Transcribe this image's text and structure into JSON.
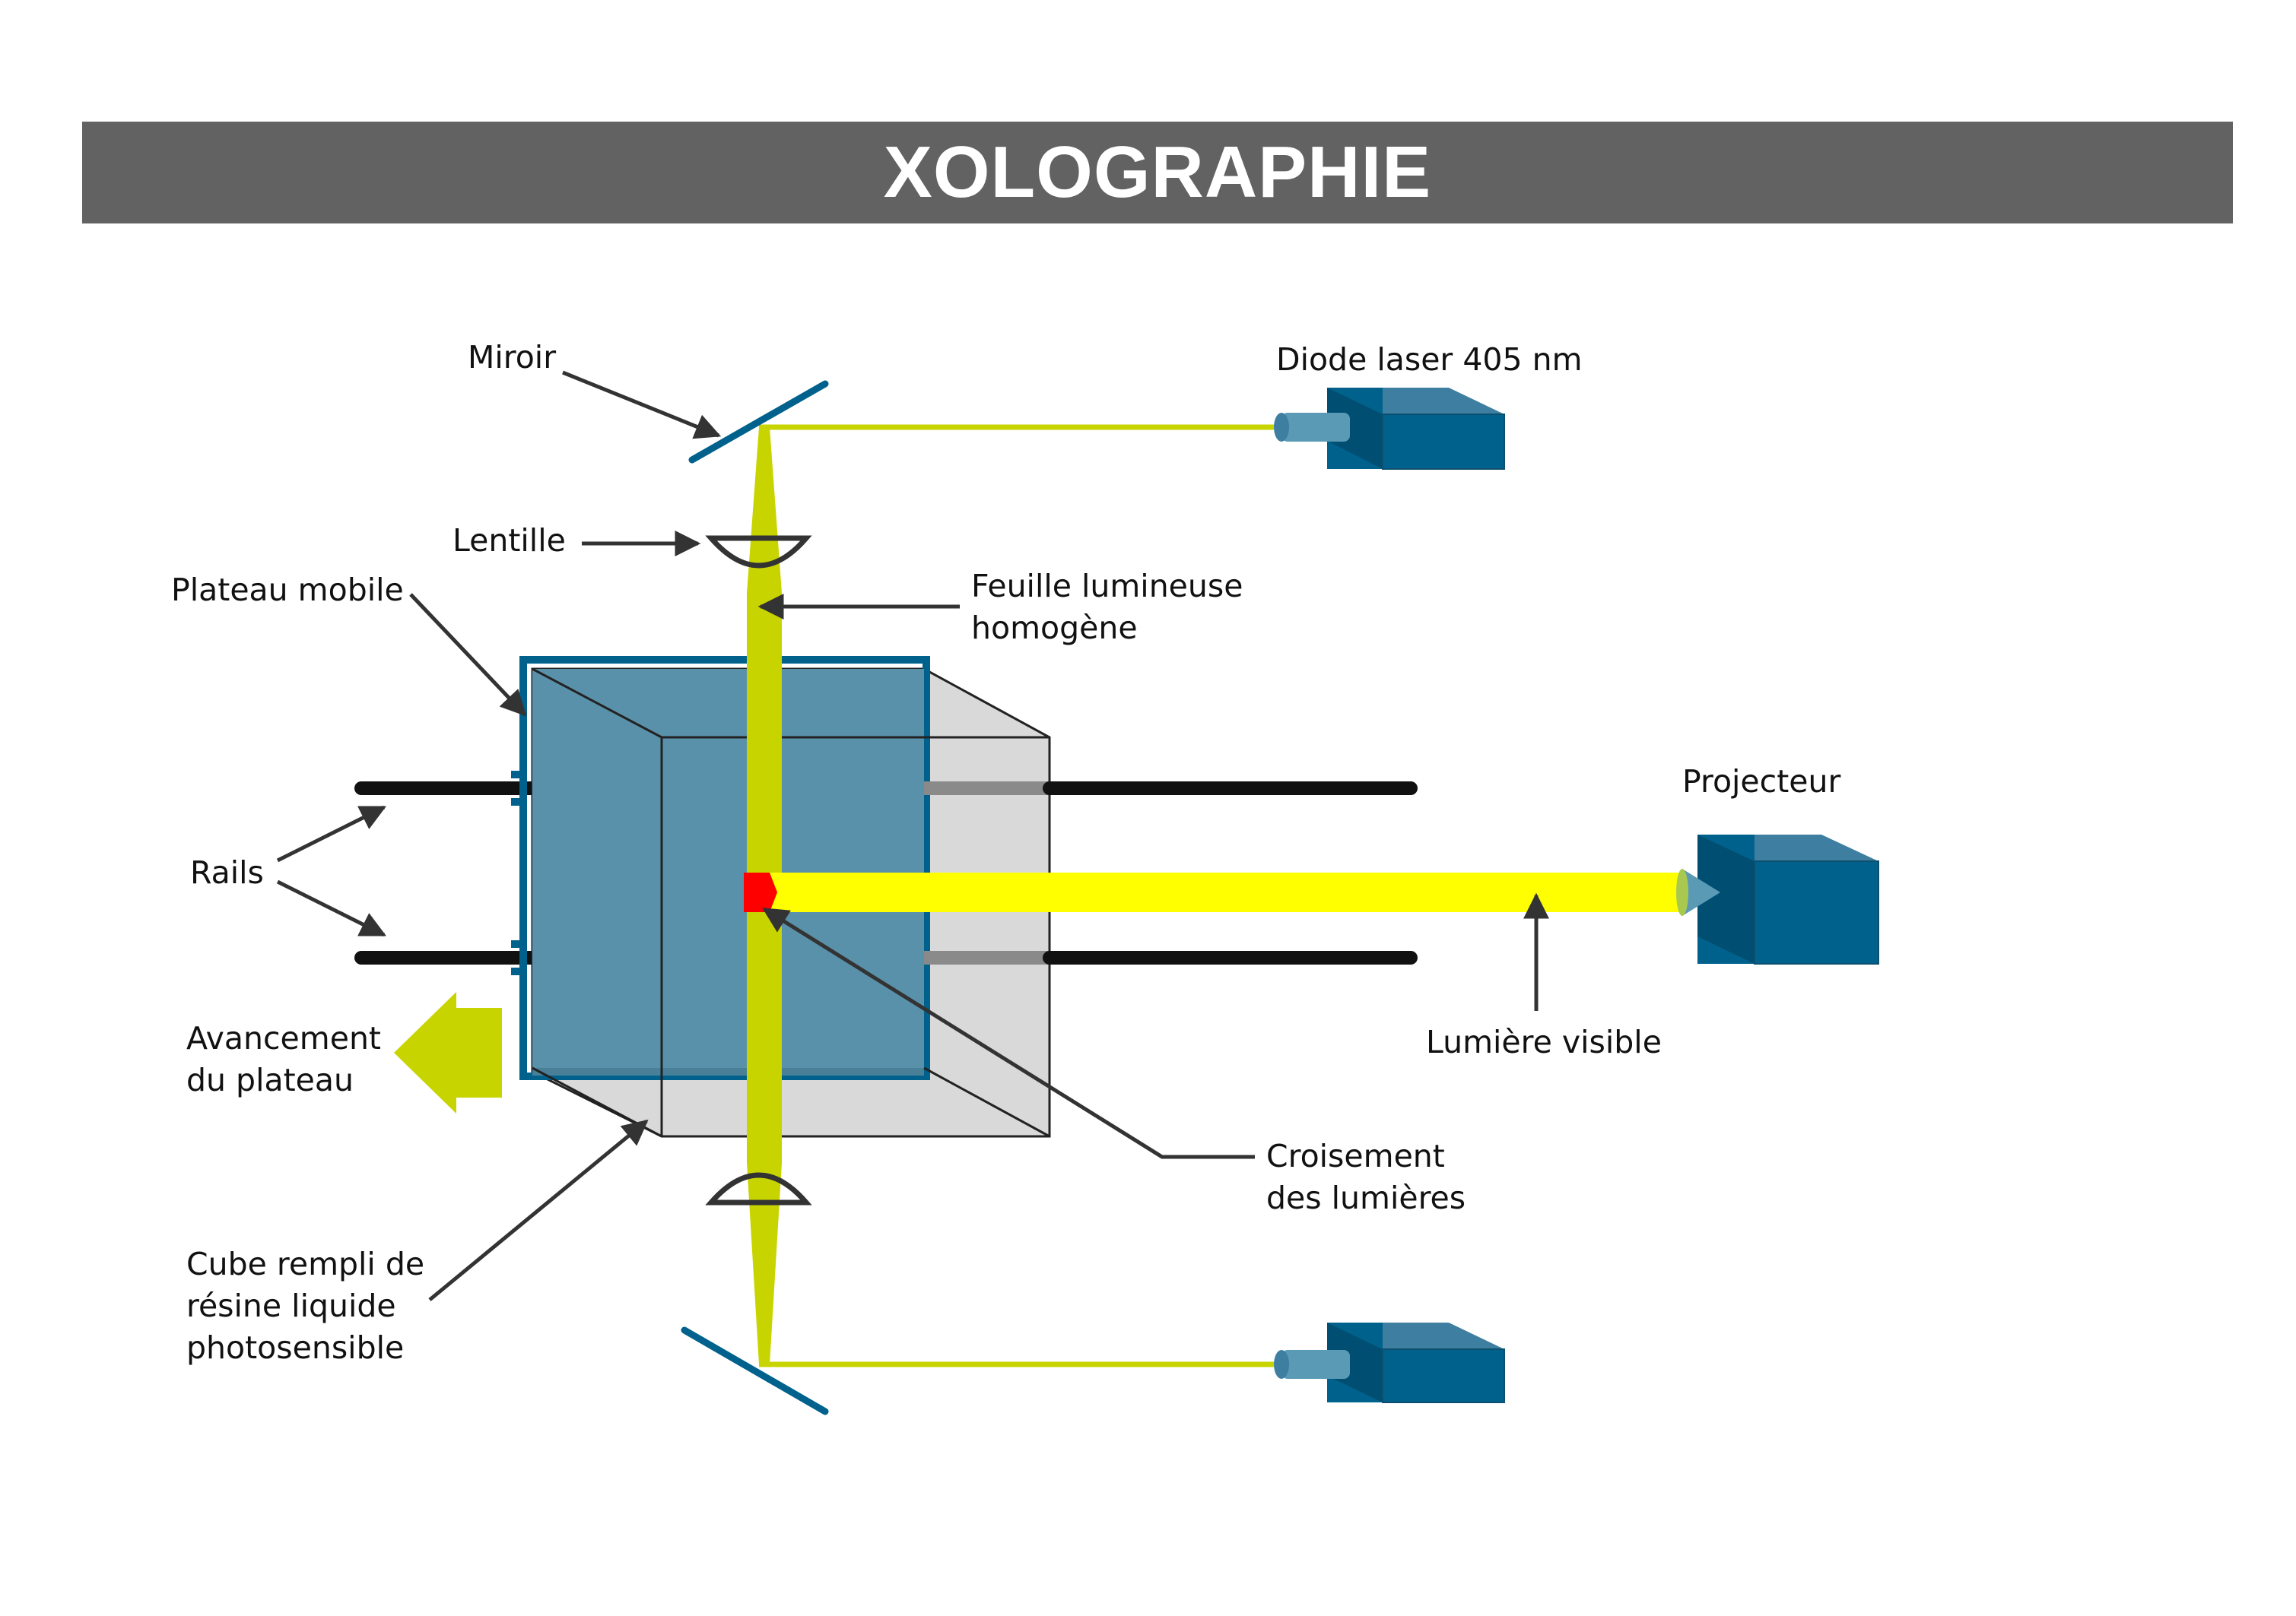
{
  "title": "XOLOGRAPHIE",
  "labels": {
    "miroir": "Miroir",
    "diode": "Diode laser 405 nm",
    "lentille": "Lentille",
    "plateau": "Plateau mobile",
    "feuille_1": "Feuille lumineuse",
    "feuille_2": "homogène",
    "projecteur": "Projecteur",
    "rails": "Rails",
    "avancement_1": "Avancement",
    "avancement_2": "du plateau",
    "lumiere": "Lumière visible",
    "croisement_1": "Croisement",
    "croisement_2": "des lumières",
    "cube_1": "Cube rempli de",
    "cube_2": "résine liquide",
    "cube_3": "photosensible"
  },
  "colors": {
    "title_bar": "#626262",
    "laser_sheet": "#c8d400",
    "visible_light": "#ffff00",
    "device_blue": "#00628c",
    "device_light": "#5a9ab5",
    "plate_blue": "#5a91aa",
    "cube_grey": "#d9d9d9",
    "crossing_red": "#ff0000",
    "rail": "#111111"
  }
}
